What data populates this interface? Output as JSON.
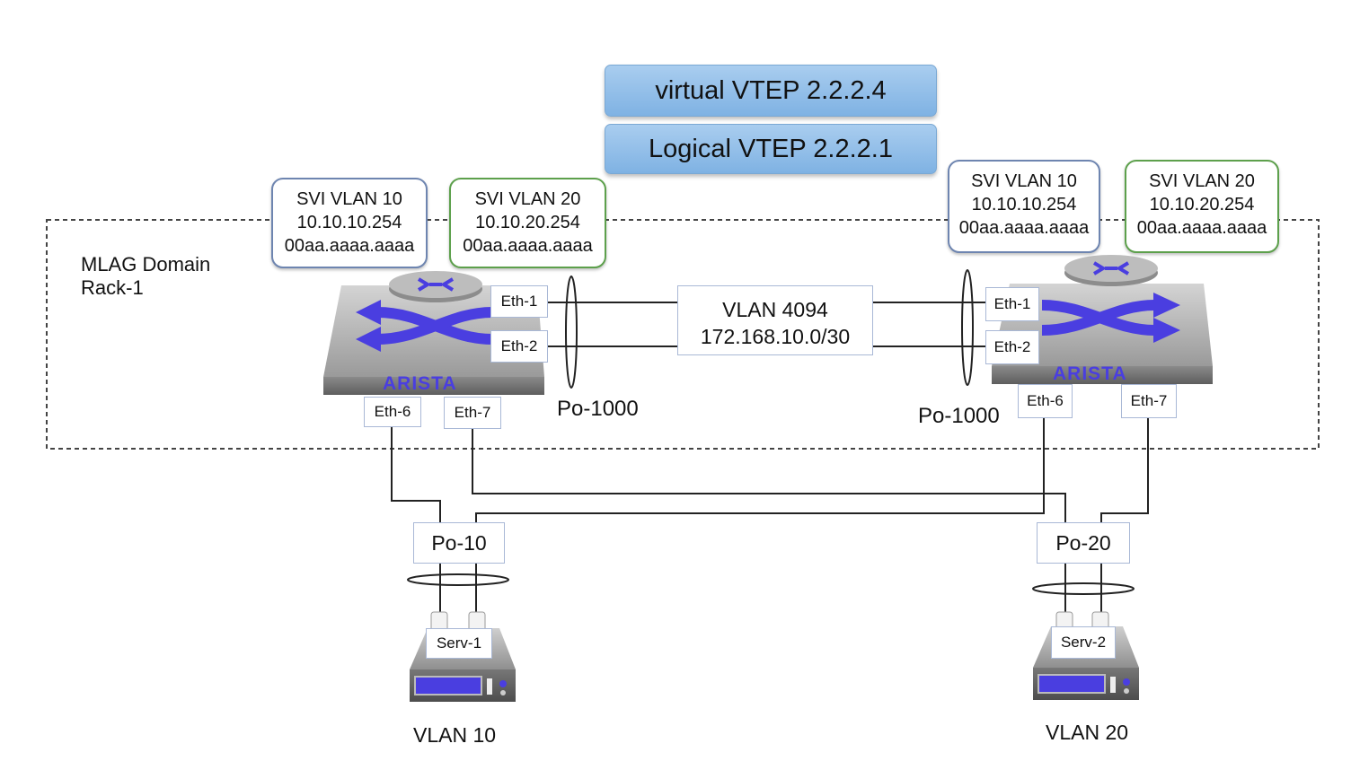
{
  "vtep": {
    "virtual": "virtual VTEP 2.2.2.4",
    "logical": "Logical VTEP 2.2.2.1"
  },
  "domain": {
    "line1": "MLAG Domain",
    "line2": "Rack-1"
  },
  "svi_left_10": {
    "line1": "SVI VLAN 10",
    "line2": "10.10.10.254",
    "line3": "00aa.aaaa.aaaa"
  },
  "svi_left_20": {
    "line1": "SVI VLAN 20",
    "line2": "10.10.20.254",
    "line3": "00aa.aaaa.aaaa"
  },
  "svi_right_10": {
    "line1": "SVI VLAN 10",
    "line2": "10.10.10.254",
    "line3": "00aa.aaaa.aaaa"
  },
  "svi_right_20": {
    "line1": "SVI VLAN 20",
    "line2": "10.10.20.254",
    "line3": "00aa.aaaa.aaaa"
  },
  "peer_link": {
    "vlan": "VLAN 4094",
    "subnet": "172.168.10.0/30"
  },
  "left_switch": {
    "brand": "ARISTA",
    "eth1": "Eth-1",
    "eth2": "Eth-2",
    "eth6": "Eth-6",
    "eth7": "Eth-7",
    "po": "Po-1000"
  },
  "right_switch": {
    "brand": "ARISTA",
    "eth1": "Eth-1",
    "eth2": "Eth-2",
    "eth6": "Eth-6",
    "eth7": "Eth-7",
    "po": "Po-1000"
  },
  "po10": "Po-10",
  "po20": "Po-20",
  "server1": {
    "label": "Serv-1",
    "vlan": "VLAN 10"
  },
  "server2": {
    "label": "Serv-2",
    "vlan": "VLAN 20"
  },
  "colors": {
    "svi_blue_border": "#6e85b0",
    "svi_green_border": "#5da04c",
    "vtep_fill": "#8fbde8",
    "arrow_purple": "#4a3ee0"
  }
}
